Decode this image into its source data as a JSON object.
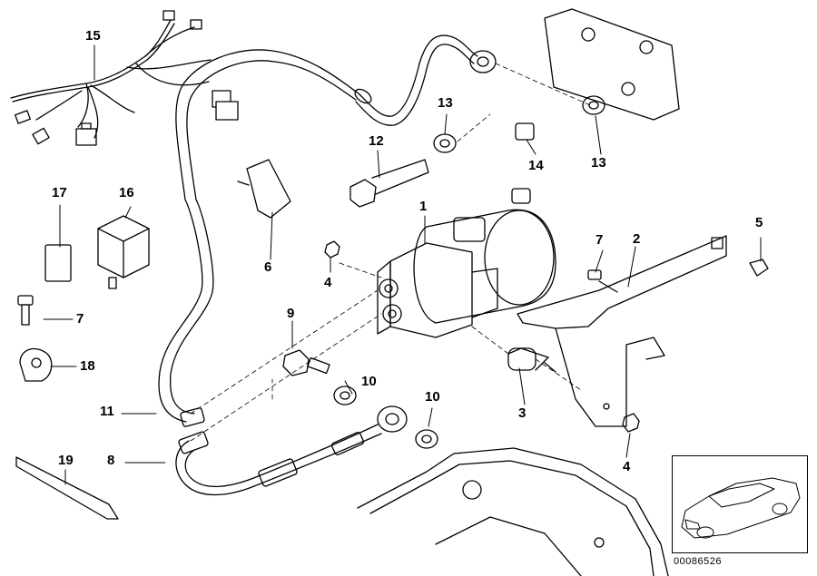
{
  "diagram": {
    "callouts": {
      "c1": "1",
      "c2": "2",
      "c3": "3",
      "c4a": "4",
      "c4b": "4",
      "c5": "5",
      "c6": "6",
      "c7a": "7",
      "c7b": "7",
      "c8": "8",
      "c9": "9",
      "c10a": "10",
      "c10b": "10",
      "c11": "11",
      "c12": "12",
      "c13a": "13",
      "c13b": "13",
      "c14": "14",
      "c15": "15",
      "c16": "16",
      "c17": "17",
      "c18": "18",
      "c19": "19"
    },
    "reference_number": "00086526"
  }
}
